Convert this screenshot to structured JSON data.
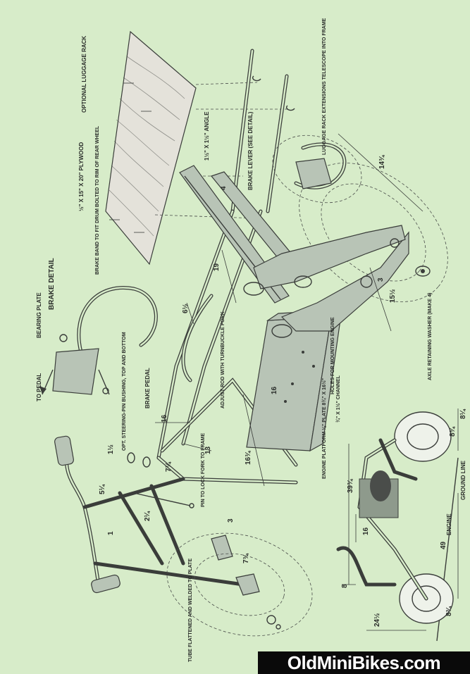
{
  "labels": {
    "to_pedal": "TO PEDAL",
    "bearing_plate": "BEARING PLATE",
    "brake_detail": "BRAKE DETAIL",
    "brake_band": "BRAKE BAND TO FIT DRUM BOLTED TO RIM OF REAR WHEEL",
    "plywood": "½\" x 15\" x 20\" PLYWOOD",
    "luggage_rack": "OPTIONAL LUGGAGE RACK",
    "angle": "1½\" x 1½\" ANGLE",
    "brake_lever": "BRAKE LEVER (SEE DETAIL)",
    "rack_extensions": "LUGGAGE RACK EXTENSIONS TELESCOPE INTO FRAME",
    "adjust_rod": "ADJUST ROD WITH TURNBUCKLE FORK",
    "brake_pedal": "BRAKE PEDAL",
    "steering_pin": "OPT. STEERING-PIN BUSHING, TOP AND BOTTOM",
    "pin_lock": "PIN TO LOCK FORK TO FRAME",
    "tube_flattened": "TUBE FLATTENED AND WELDED TO PLATE",
    "engine_platform": "ENGINE PLATFORM ⅛\" PLATE 8¾\" x 16½\"",
    "channel": "¾\" x 1½\" CHANNEL",
    "holes": "HOLES FOR MOUNTING ENGINE",
    "axle_washer": "AXLE RETAINING WASHER (MAKE 4)",
    "engine": "ENGINE",
    "ground_line": "GROUND LINE"
  },
  "dimensions": {
    "d_14_3_4": "14¾",
    "d_15_1_2": "15½",
    "d_3": "3",
    "d_19": "19",
    "d_6_1_2": "6½",
    "d_4": "4",
    "d_16a": "16",
    "d_13": "13",
    "d_16b": "16",
    "d_16_3_4": "16¾",
    "d_7_1_4": "7¼",
    "d_1_1_2": "1½",
    "d_5_1_4": "5¼",
    "d_2_1_4": "2¼",
    "d_1": "1",
    "d_3b": "3",
    "d_7_3_4": "7¾",
    "d_39_3_4": "39¾",
    "d_16c": "16",
    "d_8": "8",
    "d_24_1_2": "24½",
    "d_49": "49",
    "d_8_3_4a": "8¾",
    "d_8_3_4b": "8¾",
    "d_8_1_4": "8¼"
  },
  "watermark": "OldMiniBikes.com"
}
